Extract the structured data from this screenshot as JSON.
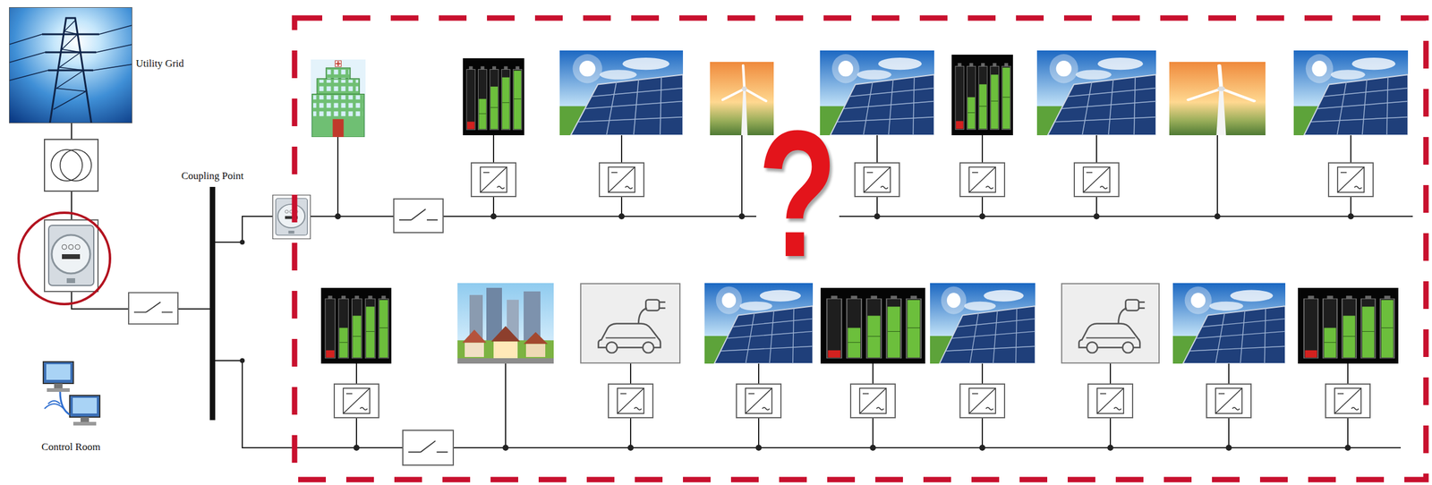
{
  "diagram": {
    "nodes": [
      {
        "text": [
          "Utility Grid"
        ]
      },
      {
        "text": [
          "Coupling Point"
        ]
      },
      {
        "text": [
          "Control Room"
        ]
      }
    ],
    "edges": [
      {
        "from": 0,
        "to": 1,
        "arrow": "none"
      }
    ],
    "labels": [
      "?"
    ]
  }
}
